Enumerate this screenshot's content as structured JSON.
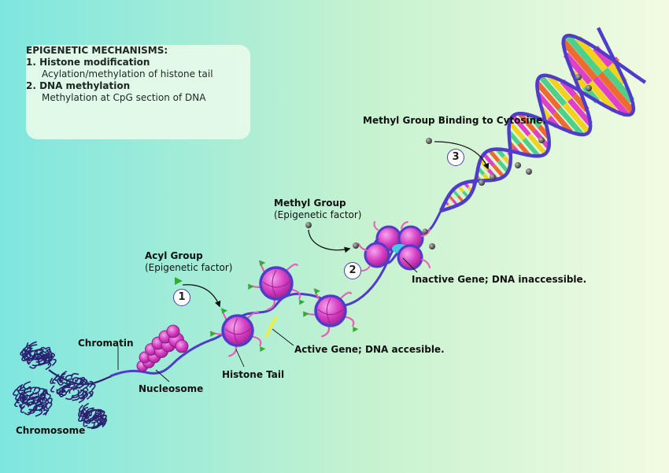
{
  "infobox": {
    "title": "EPIGENETIC MECHANISMS:",
    "item1_title": "1. Histone modification",
    "item1_desc": "Acylation/methylation of histone tail",
    "item2_title": "2. DNA methylation",
    "item2_desc": "Methylation at CpG section of DNA"
  },
  "labels": {
    "chromosome": "Chromosome",
    "chromatin": "Chromatin",
    "nucleosome": "Nucleosome",
    "histone_tail": "Histone Tail",
    "acyl_group": "Acyl Group",
    "acyl_group_sub": "(Epigenetic factor)",
    "active_gene": "Active Gene; DNA accesible.",
    "methyl_group": "Methyl Group",
    "methyl_group_sub": "(Epigenetic factor)",
    "inactive_gene": "Inactive Gene; DNA inaccessible.",
    "methyl_binding": "Methyl Group Binding to Cytosine."
  },
  "steps": [
    "1",
    "2",
    "3"
  ],
  "colors": {
    "background_left": "#7ee6df",
    "background_right": "#f2fbe2",
    "dna_strand": "#4f3cc9",
    "histone": "#d63fc3",
    "histone_tail": "#e85fb0",
    "acyl_group": "#2fae2f",
    "methyl_group": "#3a3a3a",
    "chromosome": "#2a2070",
    "active_gene_marker": "#f2ee3a",
    "inactive_gene_marker": "#46c7e6",
    "base_pair_colors": [
      "#f2d21c",
      "#e03fc8",
      "#ee6a2e",
      "#4fd08a"
    ]
  }
}
